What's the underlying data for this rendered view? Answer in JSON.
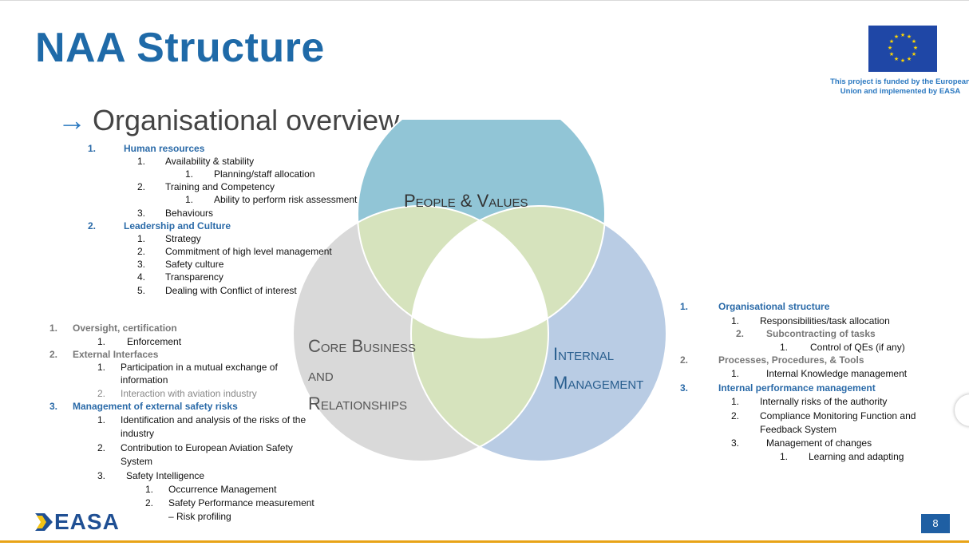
{
  "title": "NAA Structure",
  "subtitle": "Organisational overview",
  "arrow_icon": "→",
  "funded_note": "This project is funded by the European Union and implemented by EASA",
  "logo_text": "EASA",
  "page_number": "8",
  "colors": {
    "title": "#1f6aa8",
    "people": "#91c5d6",
    "core": "#d9d9d9",
    "internal": "#b9cce4",
    "overlap": "#d6e3bd",
    "accent": "#e8a317"
  },
  "circles": {
    "people": "People & Values",
    "core_line1": "Core Business",
    "core_line2": "and",
    "core_line3": "Relationships",
    "internal_line1": "Internal",
    "internal_line2": "Management"
  },
  "left_top_list": [
    {
      "num": "1.",
      "text": "Human resources"
    },
    {
      "num": "1.",
      "text": "Availability & stability"
    },
    {
      "num": "1.",
      "text": "Planning/staff allocation"
    },
    {
      "num": "2.",
      "text": "Training and Competency"
    },
    {
      "num": "1.",
      "text": "Ability to perform risk assessment"
    },
    {
      "num": "3.",
      "text": "Behaviours"
    },
    {
      "num": "2.",
      "text": "Leadership and Culture"
    },
    {
      "num": "1.",
      "text": "Strategy"
    },
    {
      "num": "2.",
      "text": "Commitment of high level management"
    },
    {
      "num": "3.",
      "text": "Safety culture"
    },
    {
      "num": "4.",
      "text": "Transparency"
    },
    {
      "num": "5.",
      "text": "Dealing with Conflict of interest"
    }
  ],
  "left_bottom_list": [
    {
      "num": "1.",
      "text": "Oversight, certification"
    },
    {
      "num": "1.",
      "text": "Enforcement"
    },
    {
      "num": "2.",
      "text": "External Interfaces"
    },
    {
      "num": "1.",
      "text": "Participation in a mutual exchange of"
    },
    {
      "num": "",
      "text": "information"
    },
    {
      "num": "2.",
      "text": "Interaction with aviation industry"
    },
    {
      "num": "3.",
      "text": "Management of external safety risks"
    },
    {
      "num": "1.",
      "text": "Identification and analysis of  the risks of the"
    },
    {
      "num": "",
      "text": "industry"
    },
    {
      "num": "2.",
      "text": "Contribution to European Aviation Safety"
    },
    {
      "num": "",
      "text": "System"
    },
    {
      "num": "3.",
      "text": "Safety Intelligence"
    },
    {
      "num": "1.",
      "text": "Occurrence Management"
    },
    {
      "num": "2.",
      "text": "Safety Performance measurement"
    },
    {
      "num": "",
      "text": "– Risk profiling"
    }
  ],
  "right_list": [
    {
      "num": "1.",
      "text": "Organisational structure"
    },
    {
      "num": "1.",
      "text": "Responsibilities/task allocation"
    },
    {
      "num": "2.",
      "text": "Subcontracting of tasks"
    },
    {
      "num": "1.",
      "text": "Control of QEs (if any)"
    },
    {
      "num": "2.",
      "text": "Processes, Procedures, & Tools"
    },
    {
      "num": "1.",
      "text": "Internal Knowledge management"
    },
    {
      "num": "3.",
      "text": "Internal performance management"
    },
    {
      "num": "1.",
      "text": "Internally risks of the authority"
    },
    {
      "num": "2.",
      "text": "Compliance Monitoring Function and"
    },
    {
      "num": "",
      "text": "Feedback System"
    },
    {
      "num": "3.",
      "text": "Management of changes"
    },
    {
      "num": "1.",
      "text": "Learning and adapting"
    }
  ]
}
